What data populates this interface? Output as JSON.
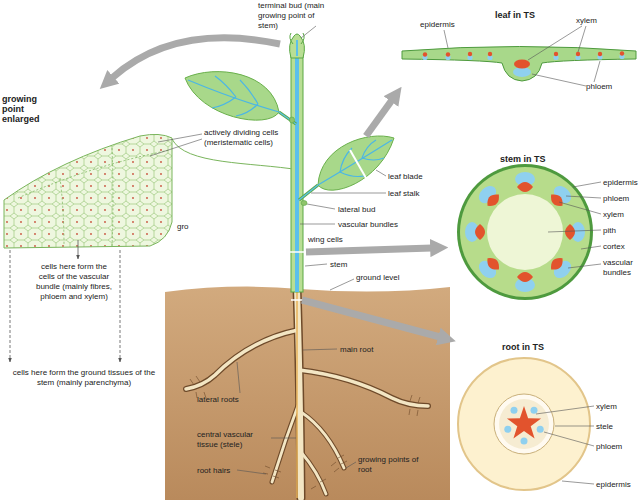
{
  "diagram": {
    "nodes": [
      {
        "text": [
          "growing point enlarged"
        ]
      },
      {
        "text": [
          "leaf in TS"
        ]
      },
      {
        "text": [
          "stem in TS"
        ]
      },
      {
        "text": [
          "root in TS"
        ]
      }
    ],
    "labels": [
      "terminal bud (main growing point of stem)",
      "leaf blade",
      "leaf stalk",
      "lateral bud",
      "vascular bundles",
      "wing cells",
      "stem",
      "ground level",
      "main root",
      "lateral roots",
      "central vascular tissue (stele)",
      "root hairs",
      "growing points of root",
      "actively dividing cells (meristematic cells)",
      "gro",
      "cells here form the cells of the vascular bundle (mainly fibres, phloem and xylem)",
      "cells here form the ground tissues of the stem (mainly parenchyma)",
      "epidermis",
      "xylem",
      "phloem",
      "epidermis",
      "phloem",
      "xylem",
      "pith",
      "cortex",
      "vascular bundles",
      "xylem",
      "stele",
      "phloem",
      "epidermis"
    ]
  }
}
